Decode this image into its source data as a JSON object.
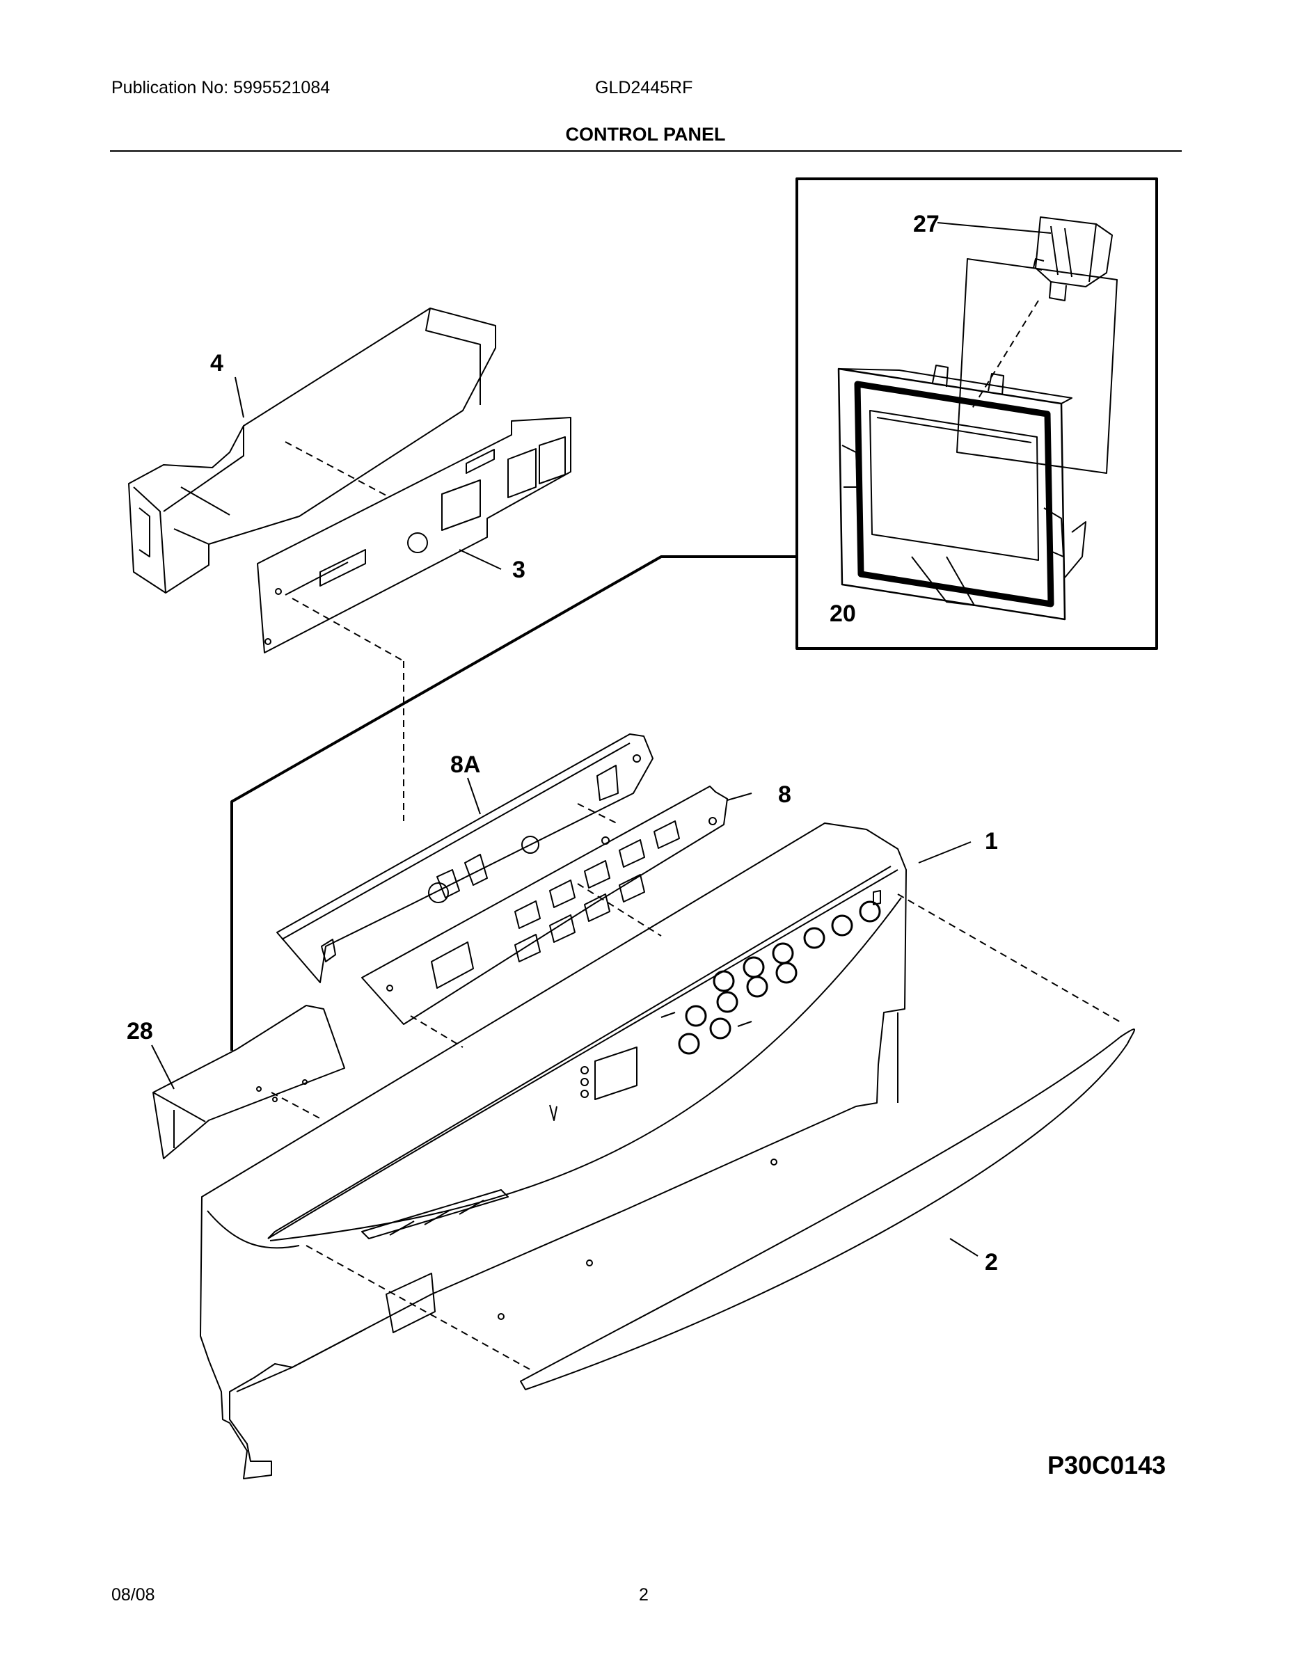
{
  "header": {
    "publication": "Publication No: 5995521084",
    "model": "GLD2445RF",
    "title": "CONTROL PANEL"
  },
  "callouts": {
    "c1": "1",
    "c2": "2",
    "c3": "3",
    "c4": "4",
    "c8": "8",
    "c8a": "8A",
    "c20": "20",
    "c27": "27",
    "c28": "28"
  },
  "diagram_code": "P30C0143",
  "footer": {
    "date": "08/08",
    "page": "2"
  }
}
